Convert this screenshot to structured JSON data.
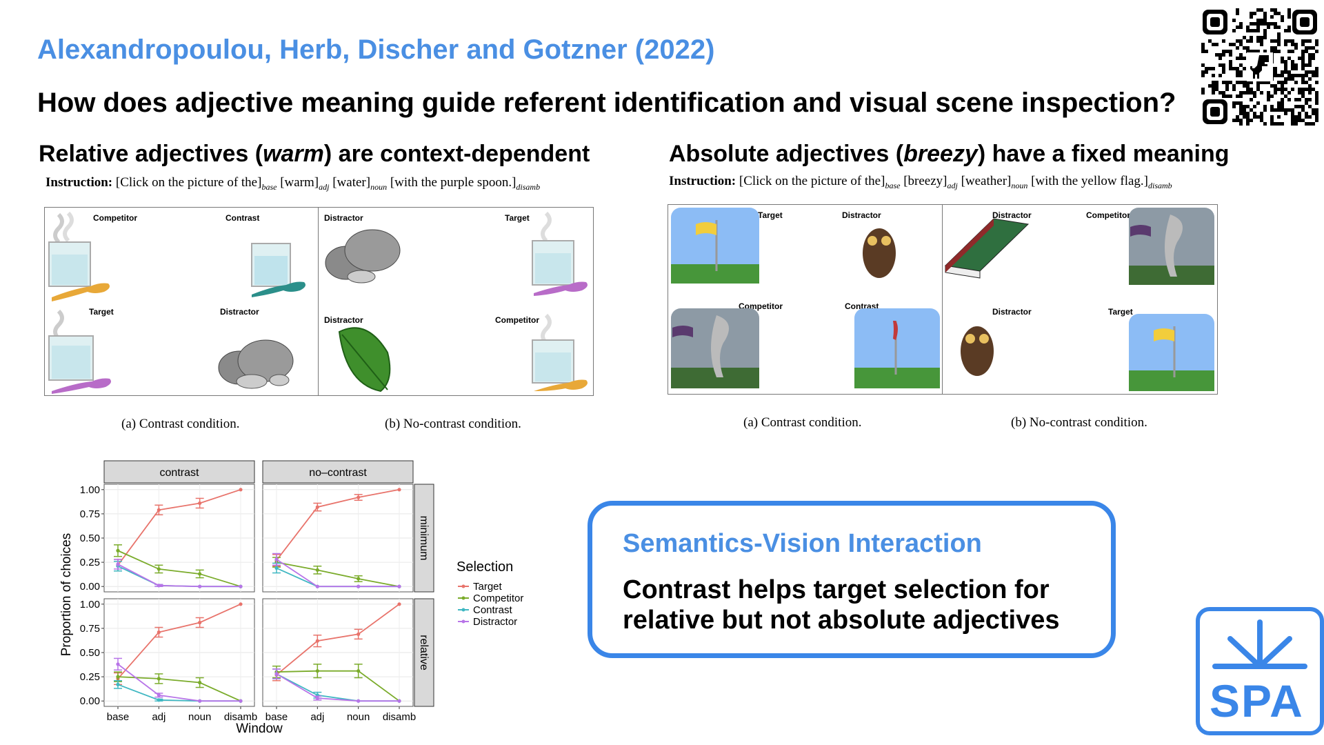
{
  "header": {
    "authors": "Alexandropoulou, Herb, Discher and Gotzner (2022)",
    "question": "How does adjective meaning guide referent identification and visual scene inspection?"
  },
  "left": {
    "heading_pre": "Relative adjectives (",
    "heading_em": "warm",
    "heading_post": ") are context-dependent",
    "instruction": {
      "label": "Instruction:",
      "p1": "[Click on the picture of the]",
      "s1": "base",
      "p2": "[warm]",
      "s2": "adj",
      "p3": "[water]",
      "s3": "noun",
      "p4": "[with the purple spoon.]",
      "s4": "disamb"
    },
    "panel_a": {
      "labels": [
        "Competitor",
        "Contrast",
        "Target",
        "Distractor"
      ]
    },
    "panel_b": {
      "labels": [
        "Distractor",
        "Target",
        "Distractor",
        "Competitor"
      ]
    },
    "caption_a": "(a) Contrast condition.",
    "caption_b": "(b) No-contrast condition."
  },
  "right": {
    "heading_pre": "Absolute adjectives (",
    "heading_em": "breezy",
    "heading_post": ") have a fixed meaning",
    "instruction": {
      "label": "Instruction:",
      "p1": "[Click on the picture of the]",
      "s1": "base",
      "p2": "[breezy]",
      "s2": "adj",
      "p3": "[weather]",
      "s3": "noun",
      "p4": "[with the yellow flag.]",
      "s4": "disamb"
    },
    "panel_a": {
      "labels": [
        "Target",
        "Distractor",
        "Competitor",
        "Contrast"
      ]
    },
    "panel_b": {
      "labels": [
        "Distractor",
        "Competitor",
        "Distractor",
        "Target"
      ]
    },
    "caption_a": "(a) Contrast condition.",
    "caption_b": "(b) No-contrast condition."
  },
  "callout": {
    "title": "Semantics-Vision Interaction",
    "body": "Contrast helps target selection for relative but not absolute adjectives"
  },
  "logo": {
    "text": "SPA",
    "color": "#3a86e8"
  },
  "colors": {
    "target": "#e8736b",
    "competitor": "#7aab2a",
    "contrast": "#3fb7c2",
    "distractor": "#b874e8",
    "accent": "#4a8fe3"
  },
  "chart_data": {
    "type": "line",
    "facets_columns": [
      "contrast",
      "no–contrast"
    ],
    "facets_rows": [
      "minimum",
      "relative"
    ],
    "x": [
      "base",
      "adj",
      "noun",
      "disamb"
    ],
    "xlabel": "Window",
    "ylabel": "Proportion of choices",
    "ylim": [
      0,
      1
    ],
    "yticks": [
      "0.00",
      "0.25",
      "0.50",
      "0.75",
      "1.00"
    ],
    "legend_title": "Selection",
    "legend_position": "right",
    "grid": true,
    "series_names": [
      "Target",
      "Competitor",
      "Contrast",
      "Distractor"
    ],
    "panels": [
      {
        "col": 0,
        "row": 0,
        "values": {
          "Target": [
            0.22,
            0.79,
            0.86,
            1.0
          ],
          "Competitor": [
            0.37,
            0.18,
            0.13,
            0.0
          ],
          "Contrast": [
            0.21,
            0.01,
            0.0,
            0.0
          ],
          "Distractor": [
            0.23,
            0.01,
            0.0,
            0.0
          ]
        },
        "errors": {
          "Target": [
            0.06,
            0.05,
            0.05,
            0.0
          ],
          "Competitor": [
            0.06,
            0.04,
            0.04,
            0.0
          ],
          "Contrast": [
            0.05,
            0.01,
            0.0,
            0.0
          ],
          "Distractor": [
            0.05,
            0.01,
            0.0,
            0.0
          ]
        }
      },
      {
        "col": 1,
        "row": 0,
        "values": {
          "Target": [
            0.27,
            0.82,
            0.92,
            1.0
          ],
          "Competitor": [
            0.25,
            0.17,
            0.08,
            0.0
          ],
          "Contrast": [
            0.19,
            0.0,
            0.0,
            0.0
          ],
          "Distractor": [
            0.28,
            0.0,
            0.0,
            0.0
          ]
        },
        "errors": {
          "Target": [
            0.06,
            0.04,
            0.03,
            0.0
          ],
          "Competitor": [
            0.05,
            0.04,
            0.03,
            0.0
          ],
          "Contrast": [
            0.05,
            0.0,
            0.0,
            0.0
          ],
          "Distractor": [
            0.06,
            0.0,
            0.0,
            0.0
          ]
        }
      },
      {
        "col": 0,
        "row": 1,
        "values": {
          "Target": [
            0.23,
            0.71,
            0.81,
            1.0
          ],
          "Competitor": [
            0.25,
            0.23,
            0.19,
            0.0
          ],
          "Contrast": [
            0.17,
            0.01,
            0.0,
            0.0
          ],
          "Distractor": [
            0.38,
            0.06,
            0.0,
            0.0
          ]
        },
        "errors": {
          "Target": [
            0.06,
            0.05,
            0.05,
            0.0
          ],
          "Competitor": [
            0.05,
            0.05,
            0.05,
            0.0
          ],
          "Contrast": [
            0.04,
            0.01,
            0.0,
            0.0
          ],
          "Distractor": [
            0.06,
            0.02,
            0.0,
            0.0
          ]
        }
      },
      {
        "col": 1,
        "row": 1,
        "values": {
          "Target": [
            0.27,
            0.62,
            0.69,
            1.0
          ],
          "Competitor": [
            0.3,
            0.31,
            0.31,
            0.0
          ],
          "Contrast": [
            0.28,
            0.06,
            0.0,
            0.0
          ],
          "Distractor": [
            0.28,
            0.03,
            0.0,
            0.0
          ]
        },
        "errors": {
          "Target": [
            0.06,
            0.06,
            0.05,
            0.0
          ],
          "Competitor": [
            0.06,
            0.07,
            0.07,
            0.0
          ],
          "Contrast": [
            0.05,
            0.03,
            0.0,
            0.0
          ],
          "Distractor": [
            0.05,
            0.02,
            0.0,
            0.0
          ]
        }
      }
    ]
  }
}
